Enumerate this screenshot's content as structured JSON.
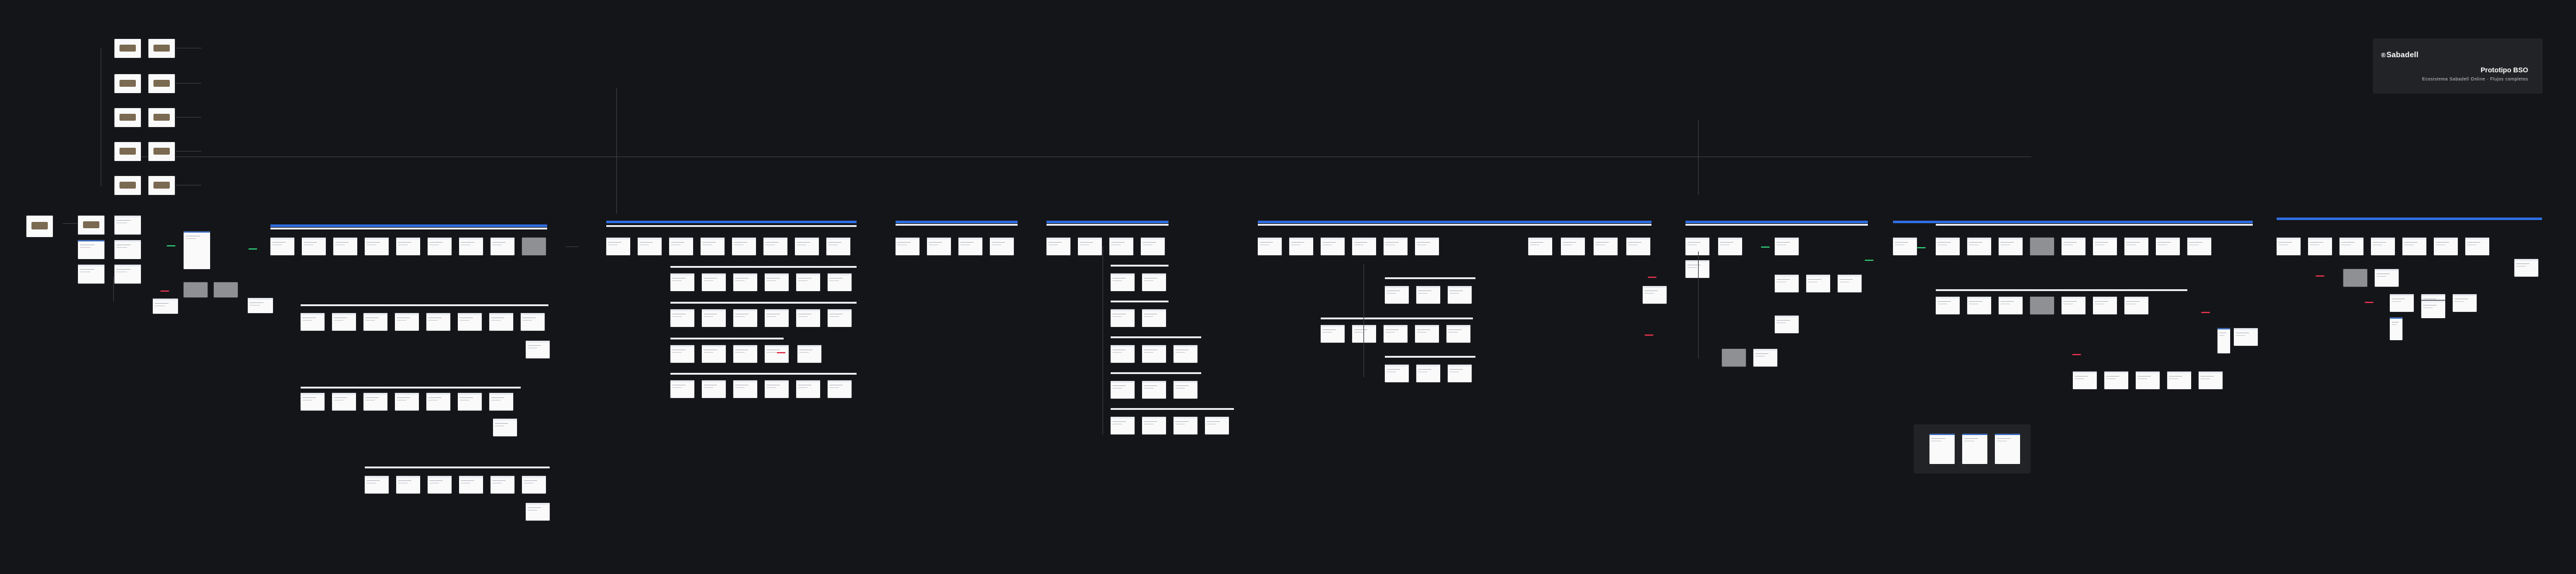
{
  "app": {
    "brand": "Sabadell",
    "brand_mark": "®",
    "title": "Prototipo BSO",
    "subtitle": "Ecosistema Sabadell Online · Flujos completos"
  },
  "colors": {
    "background": "#141518",
    "accent_blue": "#2f6de1",
    "frame": "#fafafa",
    "connector": "#3a3c41",
    "marker_green": "#2fbf71",
    "marker_red": "#e0324b"
  }
}
